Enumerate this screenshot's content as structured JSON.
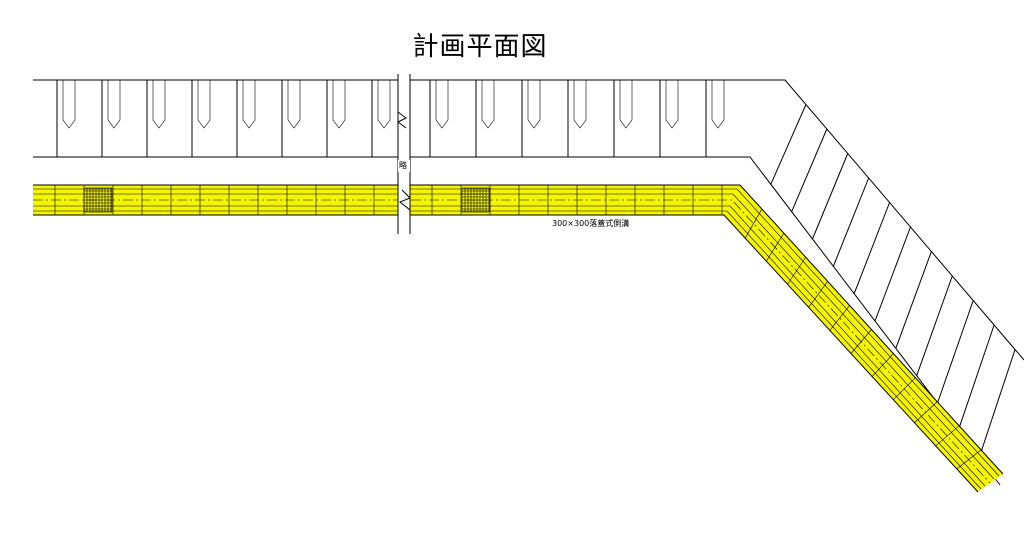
{
  "drawing": {
    "title": "計画平面図",
    "road_label": "略",
    "gutter_label": "300×300落蓋式側溝",
    "colors": {
      "gutter_fill": "#f5f500",
      "line": "#000000"
    }
  }
}
